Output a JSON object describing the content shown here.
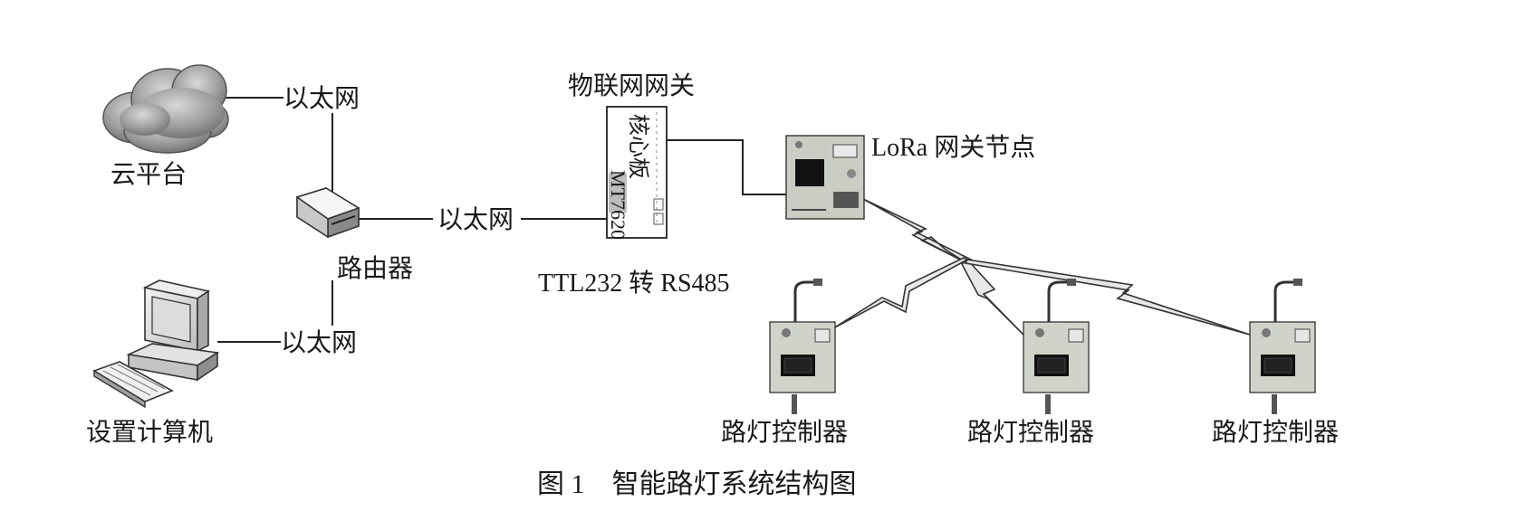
{
  "labels": {
    "cloud": "云平台",
    "ethernet_top": "以太网",
    "router": "路由器",
    "ethernet_mid": "以太网",
    "ethernet_bottom": "以太网",
    "computer": "设置计算机",
    "iot_gateway": "物联网网关",
    "core_board": "核心板",
    "mt7620": "MT7620",
    "ttl": "TTL232 转 RS485",
    "lora_gateway": "LoRa 网关节点",
    "street_light_1": "路灯控制器",
    "street_light_2": "路灯控制器",
    "street_light_3": "路灯控制器"
  },
  "caption": "图 1　智能路灯系统结构图",
  "icons": {
    "cloud": "cloud-icon",
    "router": "router-icon",
    "computer": "computer-icon",
    "gateway": "gateway-board-icon",
    "lora_module": "lora-module-icon",
    "controller": "street-light-controller-icon",
    "wireless": "wireless-link-icon"
  },
  "colors": {
    "line": "#222222",
    "cloud_fill": "#9a9a9a",
    "board_green": "#5b6b55",
    "bolt_fill": "#e8e8e8"
  }
}
